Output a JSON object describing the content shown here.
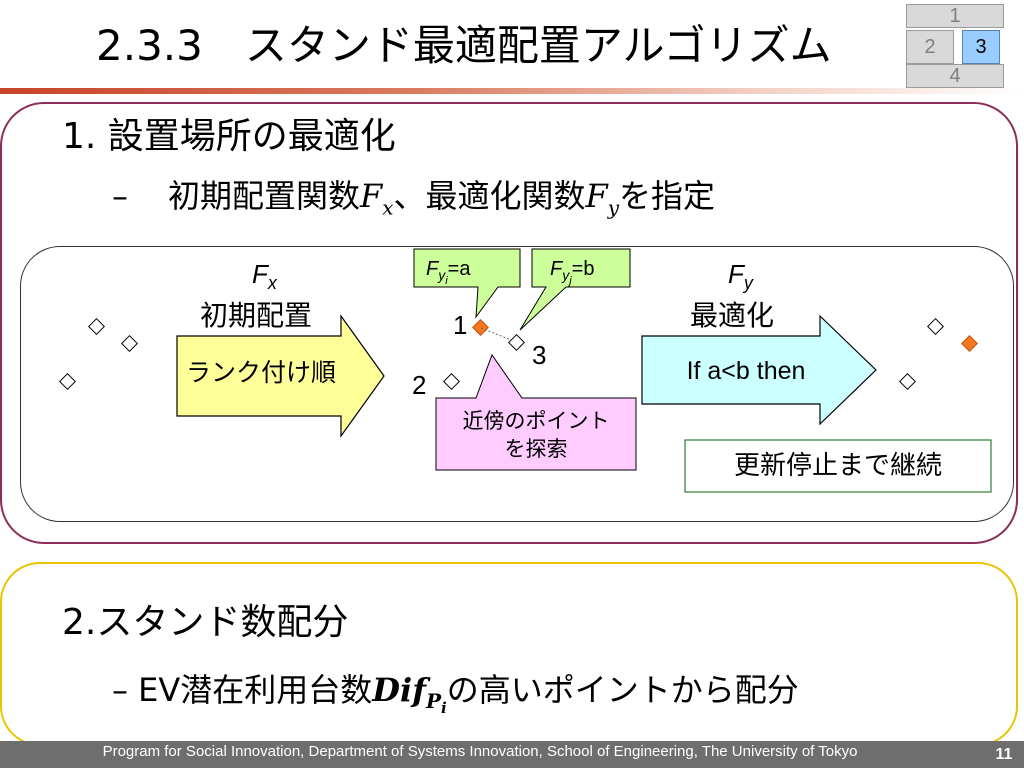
{
  "slide": {
    "title": "2.3.3　スタンド最適配置アルゴリズム",
    "nav": [
      "1",
      "2",
      "3",
      "4"
    ],
    "current_nav": "3",
    "page_number": "11",
    "footer": "Program for Social Innovation, Department of Systems Innovation, School of Engineering, The University of Tokyo"
  },
  "section1": {
    "heading": "1.  設置場所の最適化",
    "bullet_dash": "–",
    "bullet_prefix": "初期配置関数",
    "bullet_mid": "、最適化関数",
    "bullet_suffix": "を指定",
    "fx": "F",
    "fx_sub": "x",
    "fy_sub": "y"
  },
  "diagram": {
    "fx_label": "F",
    "fx_sub": "x",
    "fx_caption": "初期配置",
    "rank_arrow": "ランク付け順",
    "callout_a_var": "F",
    "callout_a_sub": "y",
    "callout_a_subsub": "i",
    "callout_a_val": "=a",
    "callout_b_var": "F",
    "callout_b_sub": "y",
    "callout_b_subsub": "j",
    "callout_b_val": "=b",
    "point1": "1",
    "point2": "2",
    "point3": "3",
    "search_callout_line1": "近傍のポイント",
    "search_callout_line2": "を探索",
    "fy_label": "F",
    "fy_sub": "y",
    "fy_caption": "最適化",
    "optimize_arrow": "If a<b then",
    "continue_box": "更新停止まで継続",
    "colors": {
      "orange_point": "#f5781e",
      "green_callout": "#ccff99",
      "yellow_arrow": "#ffff99",
      "cyan_arrow": "#ccffff",
      "pink_callout": "#ffccff"
    }
  },
  "section2": {
    "heading": "2.スタンド数配分",
    "bullet_dash": "–",
    "bullet_prefix": "EV潜在利用台数",
    "dif": "Dif",
    "dif_sub": "P",
    "dif_subsub": "i",
    "bullet_suffix": "の高いポイントから配分"
  }
}
